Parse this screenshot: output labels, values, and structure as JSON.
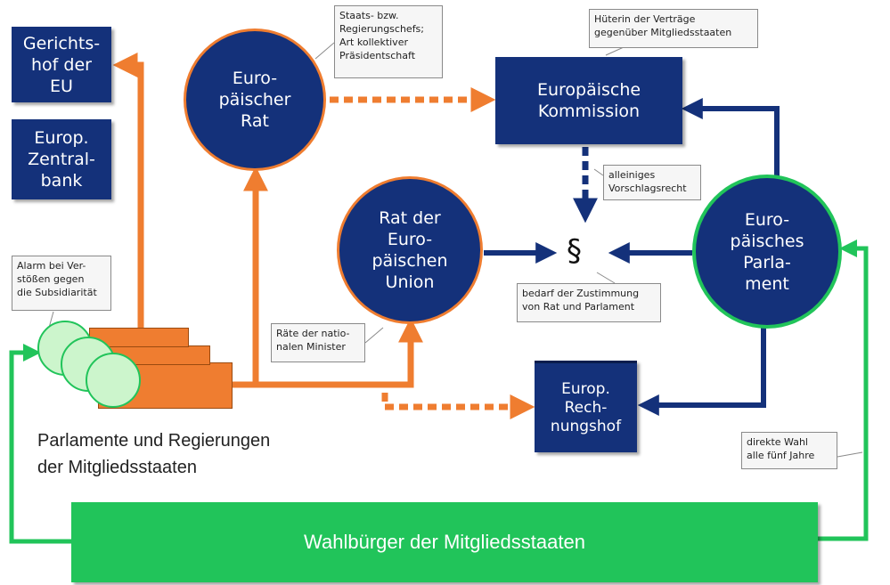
{
  "colors": {
    "navy": "#14317a",
    "orange": "#ef7d30",
    "green": "#21c45a",
    "light_green": "#ccf5cc"
  },
  "institutions": {
    "gerichtshof": "Gerichts-\nhof der\nEU",
    "zentralbank": "Europ.\nZentral-\nbank",
    "europaeischer_rat": "Euro-\npäischer\nRat",
    "kommission": "Europäische\nKommission",
    "rat_eu": "Rat der\nEuro-\npäischen\nUnion",
    "parlament": "Euro-\npäisches\nParla-\nment",
    "rechnungshof": "Europ.\nRech-\nnungshof"
  },
  "notes": {
    "staatschefs": "Staats- bzw.\nRegierungschefs;\nArt kollektiver\nPräsidentschaft",
    "hueterin": "Hüterin der Verträge\ngegenüber Mitgliedsstaaten",
    "vorschlagsrecht": "alleiniges\nVorschlagsrecht",
    "zustimmung": "bedarf der Zustimmung\nvon Rat und Parlament",
    "minister": "Räte der natio-\nnalen Minister",
    "alarm": "Alarm bei Ver-\nstößen gegen\ndie Subsidiarität",
    "wahl": "direkte Wahl\nalle fünf Jahre"
  },
  "symbol": "§",
  "member_states": "Parlamente und Regierungen\nder Mitgliedsstaaten",
  "citizens": "Wahlbürger der Mitgliedsstaaten"
}
